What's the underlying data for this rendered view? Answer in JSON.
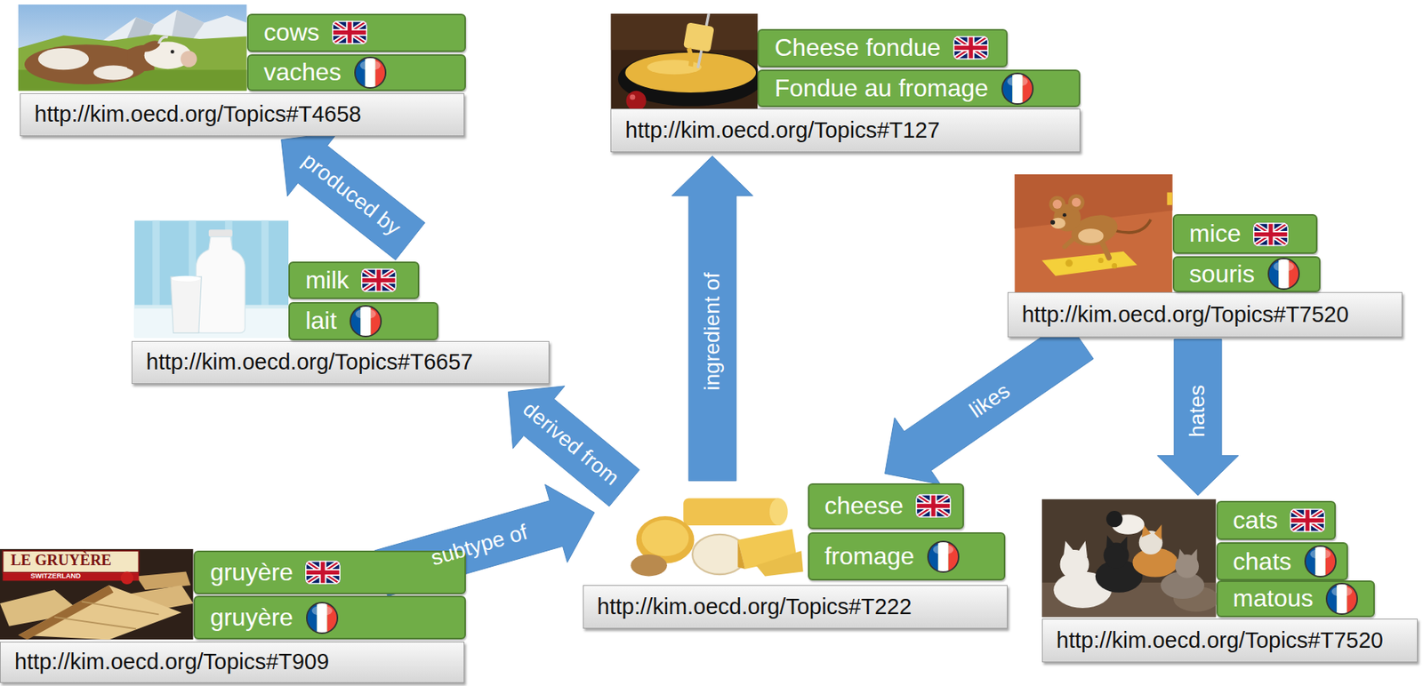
{
  "diagram": {
    "nodes": [
      {
        "text": [
          "http://kim.oecd.org/Topics#T4658"
        ]
      },
      {
        "text": [
          "cows"
        ],
        "in": 0
      },
      {
        "text": [
          "vaches"
        ],
        "in": 0
      },
      {
        "text": [
          "http://kim.oecd.org/Topics#T127"
        ]
      },
      {
        "text": [
          "Cheese fondue"
        ],
        "in": 3
      },
      {
        "text": [
          "Fondue au fromage"
        ],
        "in": 3
      },
      {
        "text": [
          "http://kim.oecd.org/Topics#T7520"
        ]
      },
      {
        "text": [
          "mice"
        ],
        "in": 6
      },
      {
        "text": [
          "souris"
        ],
        "in": 6
      },
      {
        "text": [
          "http://kim.oecd.org/Topics#T6657"
        ]
      },
      {
        "text": [
          "milk"
        ],
        "in": 9
      },
      {
        "text": [
          "lait"
        ],
        "in": 9
      },
      {
        "text": [
          "http://kim.oecd.org/Topics#T222"
        ]
      },
      {
        "text": [
          "cheese"
        ],
        "in": 12
      },
      {
        "text": [
          "fromage"
        ],
        "in": 12
      },
      {
        "text": [
          "http://kim.oecd.org/Topics#T7520"
        ]
      },
      {
        "text": [
          "cats"
        ],
        "in": 15
      },
      {
        "text": [
          "chats"
        ],
        "in": 15
      },
      {
        "text": [
          "matous"
        ],
        "in": 15
      },
      {
        "text": [
          "http://kim.oecd.org/Topics#T909"
        ]
      },
      {
        "text": [
          "gruyère"
        ],
        "in": 19
      },
      {
        "text": [
          "gruyère"
        ],
        "in": 19
      }
    ],
    "edges": [
      {
        "from": 9,
        "to": 0,
        "label": "produced by",
        "arrow": "to"
      },
      {
        "from": 12,
        "to": 3,
        "label": "ingredient of",
        "arrow": "to"
      },
      {
        "from": 12,
        "to": 9,
        "label": "derived from",
        "arrow": "to"
      },
      {
        "from": 19,
        "to": 12,
        "label": "subtype of",
        "arrow": "to"
      },
      {
        "from": 6,
        "to": 12,
        "label": "likes",
        "arrow": "to"
      },
      {
        "from": 6,
        "to": 15,
        "label": "hates",
        "arrow": "to"
      }
    ],
    "labels": [
      "LE GRUYÈRE",
      "SWITZERLAND"
    ]
  }
}
